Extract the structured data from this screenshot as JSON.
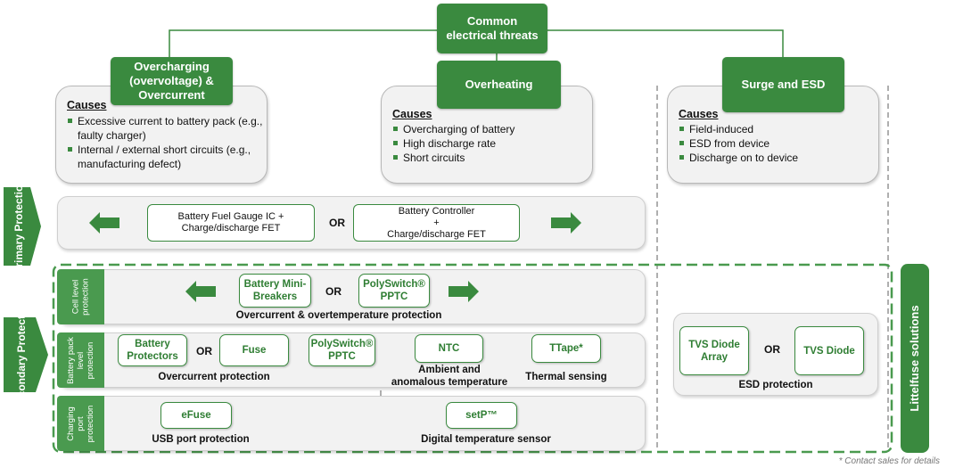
{
  "threats": {
    "root": "Common electrical threats",
    "overcharging": "Overcharging (overvoltage) & Overcurrent",
    "overheating": "Overheating",
    "surge": "Surge and ESD"
  },
  "causes": {
    "title": "Causes",
    "overcharging": [
      "Excessive current to battery pack (e.g., faulty charger)",
      "Internal / external short circuits (e.g., manufacturing defect)"
    ],
    "overheating": [
      "Overcharging of battery",
      "High discharge rate",
      "Short circuits"
    ],
    "surge": [
      "Field-induced",
      "ESD from device",
      "Discharge on to device"
    ]
  },
  "primary": {
    "label": "Primary Protection",
    "box1": "Battery Fuel Gauge IC + Charge/discharge FET",
    "or": "OR",
    "box2_line1": "Battery Controller",
    "box2_line2": "+",
    "box2_line3": "Charge/discharge FET"
  },
  "secondary": {
    "label": "Secondary Protection",
    "cell": {
      "tab": "Cell level protection",
      "box1": "Battery Mini-Breakers",
      "or": "OR",
      "box2_line1": "PolySwitch®",
      "box2_line2": "PPTC",
      "caption": "Overcurrent & overtemperature protection"
    },
    "pack": {
      "tab": "Battery pack level protection",
      "box1": "Battery Protectors",
      "or": "OR",
      "box2": "Fuse",
      "box3_line1": "PolySwitch®",
      "box3_line2": "PPTC",
      "caption1": "Overcurrent protection",
      "box4": "NTC",
      "caption2_line1": "Ambient and",
      "caption2_line2": "anomalous temperature",
      "box5": "TTape*",
      "caption3": "Thermal sensing"
    },
    "port": {
      "tab": "Charging port protection",
      "box1": "eFuse",
      "caption1": "USB port protection",
      "box2": "setP™",
      "caption2": "Digital temperature sensor"
    }
  },
  "esd": {
    "box1": "TVS Diode Array",
    "or": "OR",
    "box2": "TVS Diode",
    "caption": "ESD protection"
  },
  "littelfuse": "Littelfuse solutions",
  "footnote": "* Contact sales for details",
  "colors": {
    "green": "#3a8a3f",
    "panel": "#f2f2f2"
  }
}
